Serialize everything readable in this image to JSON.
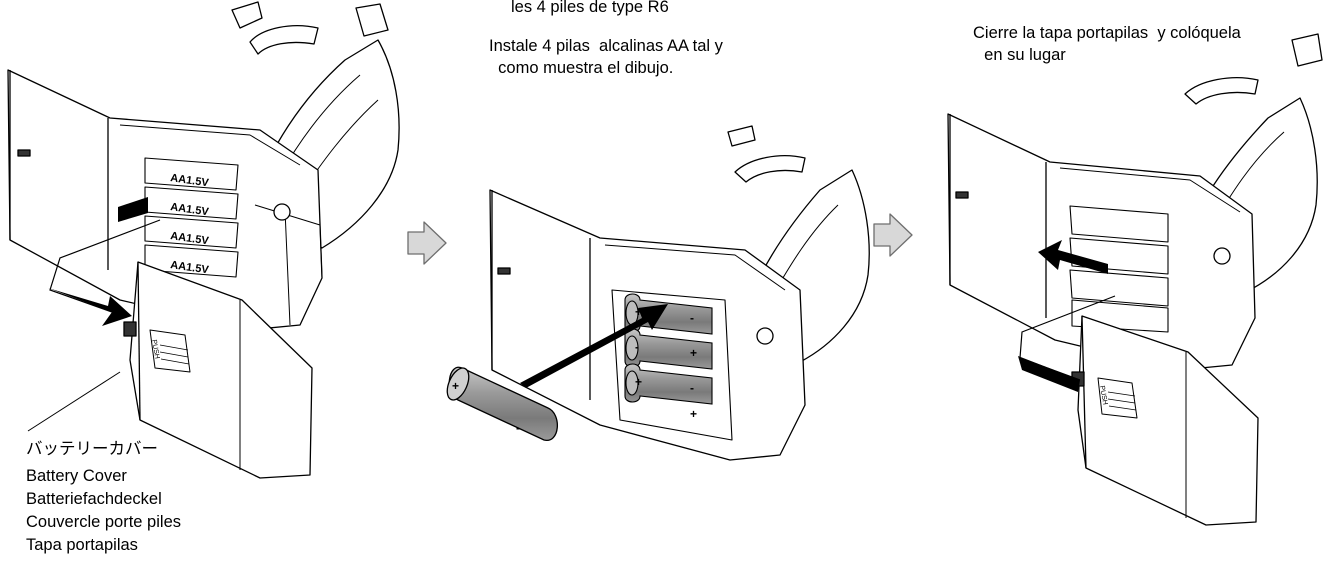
{
  "panel_center": {
    "caption_lines": [
      "les 4 piles de type R6",
      "Instale 4 pilas  alcalinas AA tal y",
      "  como muestra el dibujo."
    ]
  },
  "panel_right": {
    "caption_lines": [
      "Cierre la tapa portapilas  y colóquela",
      "  en su lugar"
    ]
  },
  "panel_left": {
    "label_lines": [
      "バッテリーカバー",
      "Battery Cover",
      "Batteriefachdeckel",
      "Couvercle porte piles",
      "Tapa portapilas"
    ]
  },
  "compartment": {
    "battery_print": "AA1.5V",
    "push_label": "PUSH"
  },
  "battery_terminals": [
    "+",
    "-"
  ]
}
